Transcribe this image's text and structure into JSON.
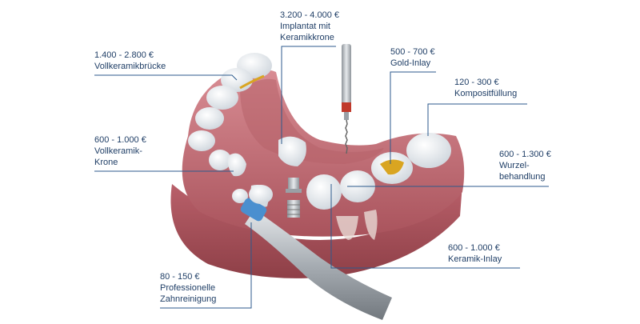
{
  "colors": {
    "label_text": "#1f3e66",
    "leader_line": "#2c5a8c",
    "gum": "#c9777f",
    "gum_dark": "#a45058",
    "tooth": "#f4f6f8",
    "gold": "#d9a521",
    "instrument": "#b9bec4"
  },
  "labels": [
    {
      "id": "vollkeramikbruecke",
      "price": "1.400 - 2.800 €",
      "name": "Vollkeramikbrücke"
    },
    {
      "id": "implantat",
      "price": "3.200 - 4.000 €",
      "name": "Implantat mit Keramikkrone"
    },
    {
      "id": "gold-inlay",
      "price": "500 - 700 €",
      "name": "Gold-Inlay"
    },
    {
      "id": "kompositfuellung",
      "price": "120 - 300 €",
      "name": "Kompositfüllung"
    },
    {
      "id": "vollkeramik-krone",
      "price": "600 - 1.000 €",
      "name": "Vollkeramik-Krone"
    },
    {
      "id": "wurzelbehandlung",
      "price": "600 - 1.300 €",
      "name": "Wurzel-behandlung"
    },
    {
      "id": "keramik-inlay",
      "price": "600 - 1.000 €",
      "name": "Keramik-Inlay"
    },
    {
      "id": "zahnreinigung",
      "price": "80 - 150 €",
      "name": "Professionelle Zahnreinigung"
    }
  ]
}
